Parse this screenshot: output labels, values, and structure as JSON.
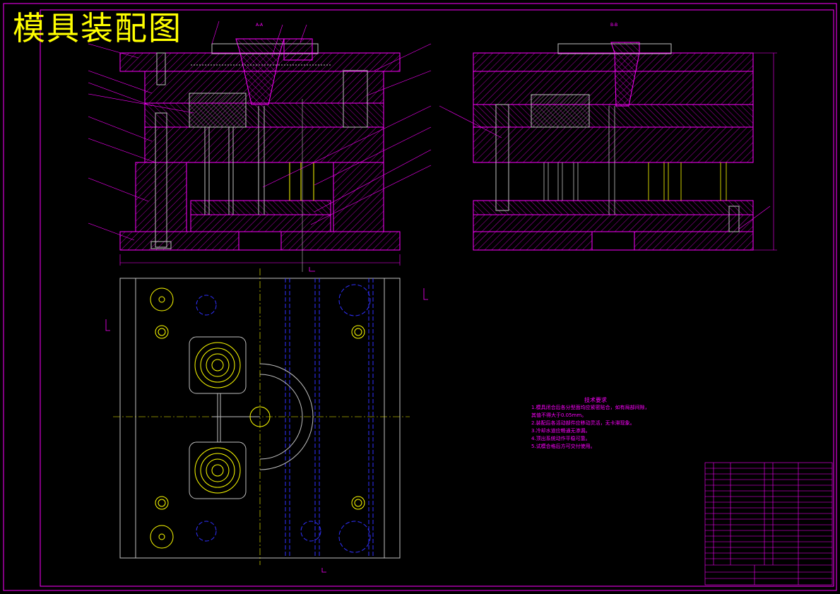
{
  "title": "模具装配图",
  "section_labels": {
    "front_top": "A-A",
    "side_top": "B-B"
  },
  "technical_requirements": {
    "heading": "技术要求",
    "items": [
      "1.模具闭合后各分型面均应紧密贴合，如有局部间隙，",
      "其值不得大于0.05mm。",
      "2.装配后各活动部件应移动灵活，无卡滞现象。",
      "3.冷却水道应畅通无渗漏。",
      "4.顶出系统动作平稳可靠。",
      "5.试模合格后方可交付使用。"
    ]
  },
  "colors": {
    "background": "#000000",
    "outline": "#ff00ff",
    "hatch": "#ff00ff",
    "body_lines": "#c0c0c0",
    "centerline": "#ffff00",
    "hidden": "#3030ff",
    "title_text": "#ffff00"
  }
}
